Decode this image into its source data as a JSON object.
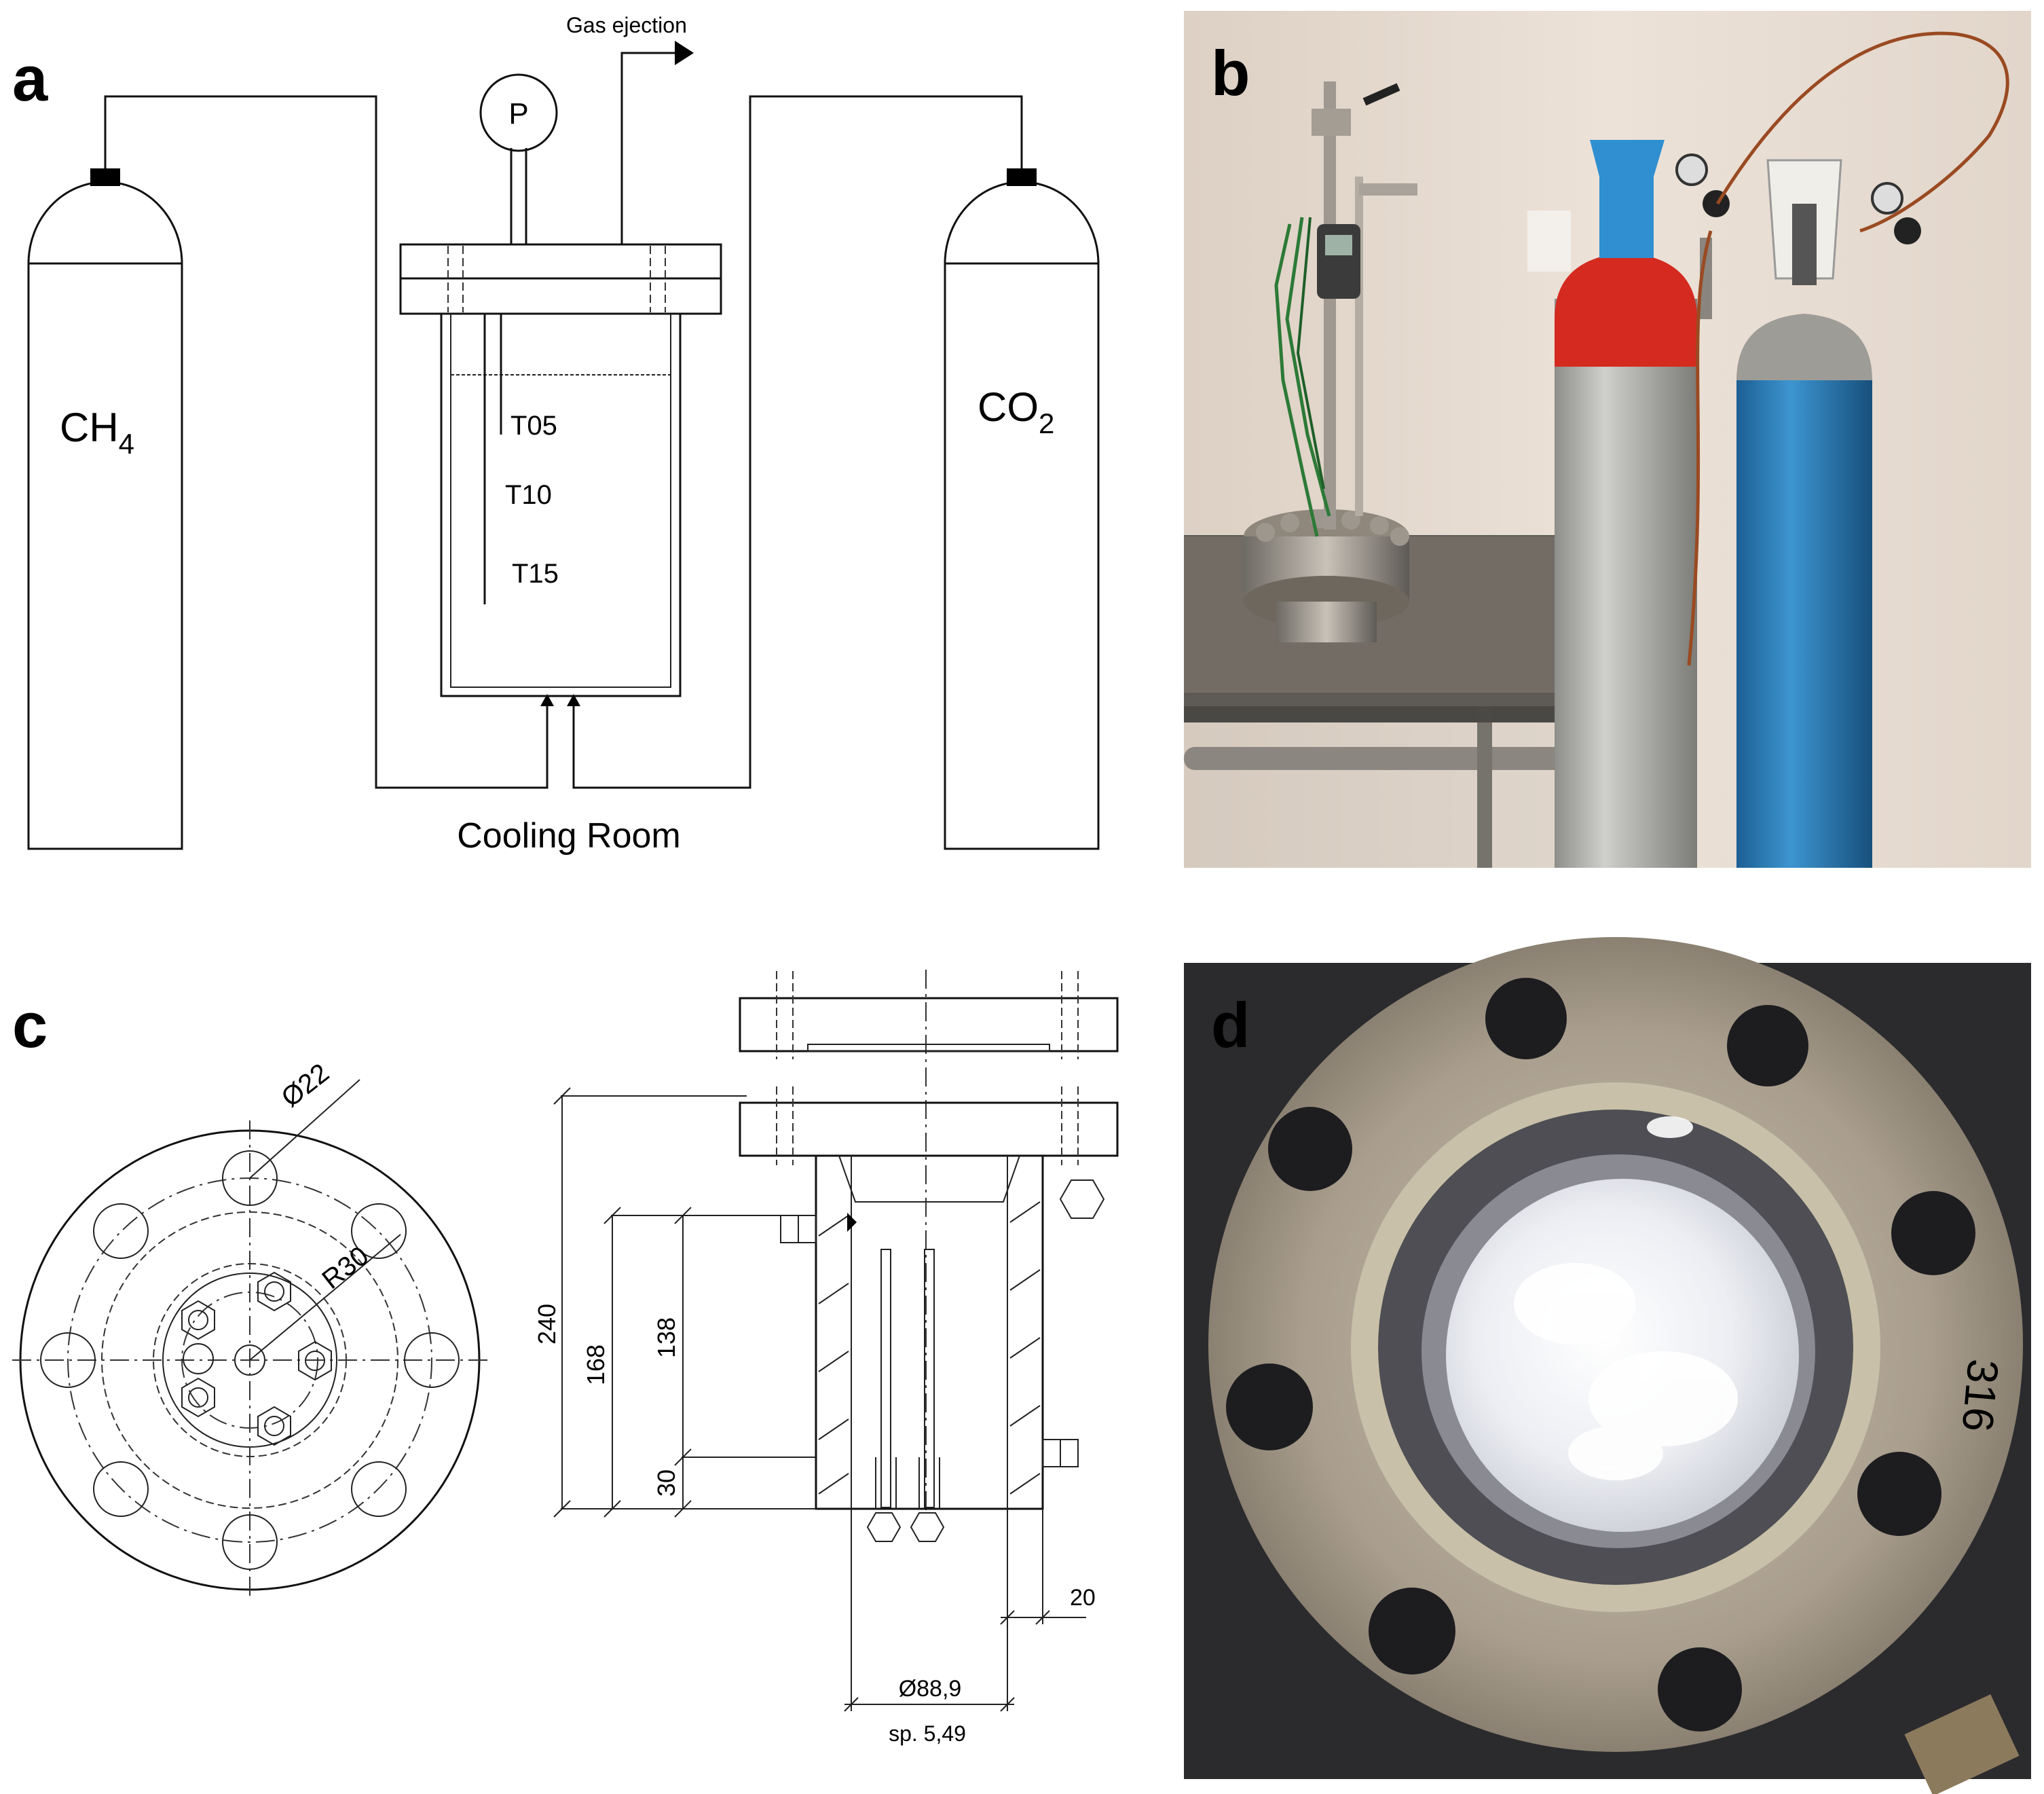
{
  "panels": {
    "a": {
      "letter": "a",
      "gas_ejection": "Gas ejection",
      "pressure_gauge": "P",
      "left_cylinder": "CH",
      "left_cylinder_sub": "4",
      "right_cylinder": "CO",
      "right_cylinder_sub": "2",
      "thermocouples": [
        "T05",
        "T10",
        "T15"
      ],
      "room": "Cooling Room"
    },
    "b": {
      "letter": "b"
    },
    "c": {
      "letter": "c",
      "dimensions": {
        "bolt_hole": "Ø22",
        "radius": "R30",
        "height_total": "240",
        "height_body": "168",
        "height_inner": "138",
        "height_base": "30",
        "wall": "20",
        "diameter": "Ø88,9",
        "thickness": "sp. 5,49"
      }
    },
    "d": {
      "letter": "d",
      "handwriting": "316"
    }
  },
  "colors": {
    "line": "#111111",
    "photo_wall": "#e8dcd2",
    "cylinder_grey": "#b8b8b4",
    "cylinder_blue": "#2f86c4",
    "cylinder_red": "#d42a20",
    "flange_metal": "#a89c8c",
    "hydrate_white": "#f2f2f4",
    "photo_dark": "#2b2b2e"
  }
}
